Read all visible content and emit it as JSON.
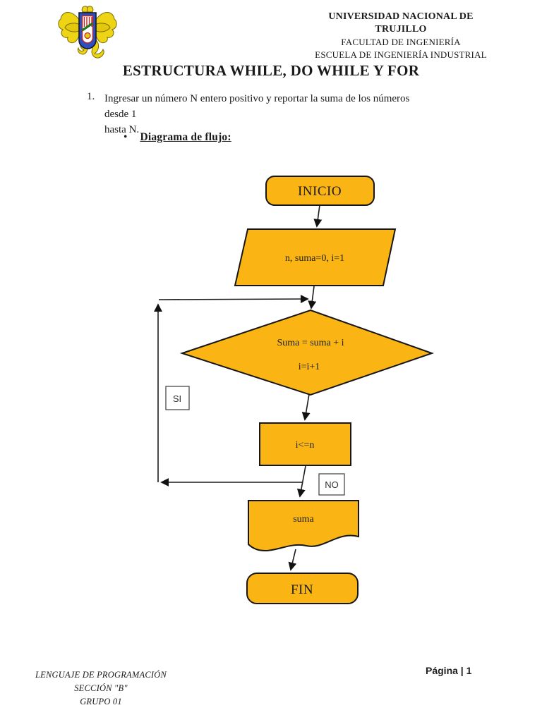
{
  "header": {
    "line1": "UNIVERSIDAD NACIONAL DE TRUJILLO",
    "line2": "FACULTAD DE INGENIERÍA",
    "line3": "ESCUELA DE INGENIERÍA INDUSTRIAL"
  },
  "title": "ESTRUCTURA WHILE, DO WHILE Y FOR",
  "problem": {
    "number": "1.",
    "text_line1": "Ingresar un número N entero positivo y reportar la suma de los números desde 1",
    "text_line2": "hasta N."
  },
  "section": {
    "bullet": "•",
    "label": "Diagrama de flujo:"
  },
  "flowchart": {
    "colors": {
      "shape_fill": "#FAB515",
      "shape_stroke": "#161616"
    },
    "nodes": {
      "start": "INICIO",
      "input": "n, suma=0, i=1",
      "decision_line1": "Suma = suma + i",
      "decision_line2": "i=i+1",
      "condition": "i<=n",
      "output": "suma",
      "end": "FIN"
    },
    "branch_labels": {
      "yes": "SI",
      "no": "NO"
    }
  },
  "footer": {
    "left_line1": "LENGUAJE DE PROGRAMACIÓN",
    "left_line2": "SECCIÓN \"B\"",
    "left_line3": "GRUPO 01",
    "page_number": "Página | 1"
  }
}
